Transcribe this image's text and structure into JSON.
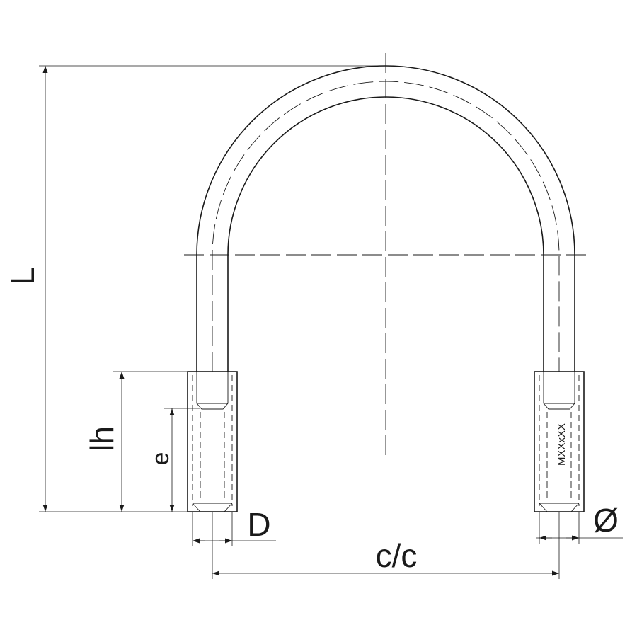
{
  "labels": {
    "length": "L",
    "thread_length": "lh",
    "engagement": "e",
    "rod_diameter": "D",
    "center_distance": "c/c",
    "outer_diameter": "Ø",
    "thread_marking": "MXXxXX"
  }
}
